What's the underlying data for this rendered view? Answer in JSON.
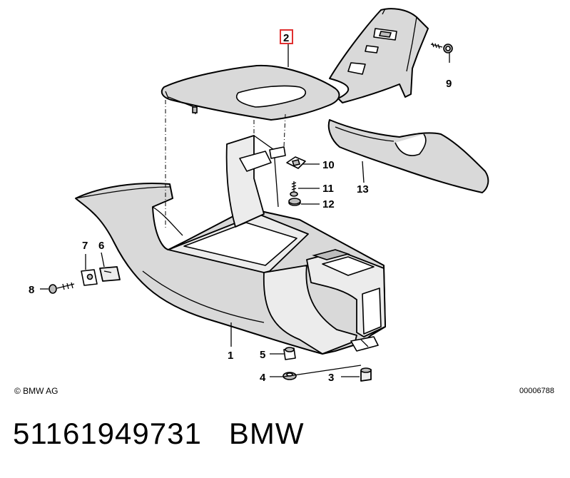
{
  "diagram": {
    "callouts": {
      "p1": "1",
      "p2": "2",
      "p3": "3",
      "p4": "4",
      "p5": "5",
      "p6": "6",
      "p7": "7",
      "p8": "8",
      "p9": "9",
      "p10": "10",
      "p11": "11",
      "p12": "12",
      "p13": "13"
    },
    "highlighted_callout": "2",
    "copyright": "© BMW AG",
    "document_number": "00006788"
  },
  "footer": {
    "part_number": "51161949731",
    "brand": "BMW"
  }
}
